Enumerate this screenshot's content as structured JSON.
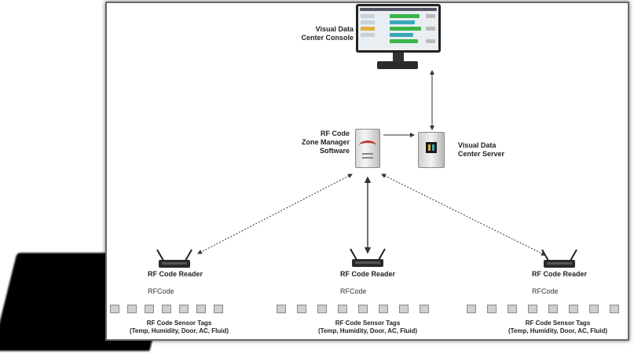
{
  "console": {
    "line1": "Visual Data",
    "line2": "Center Console"
  },
  "zone_manager": {
    "line1": "RF Code",
    "line2": "Zone Manager",
    "line3": "Software"
  },
  "vdc_server": {
    "line1": "Visual Data",
    "line2": "Center Server"
  },
  "readers": [
    {
      "label": "RF Code Reader",
      "logo": "RFCode",
      "tags_title": "RF Code Sensor Tags",
      "tags_sub": "(Temp, Humidity, Door, AC, Fluid)"
    },
    {
      "label": "RF Code Reader",
      "logo": "RFCode",
      "tags_title": "RF Code Sensor Tags",
      "tags_sub": "(Temp, Humidity, Door, AC, Fluid)"
    },
    {
      "label": "RF Code Reader",
      "logo": "RFCode",
      "tags_title": "RF Code Sensor Tags",
      "tags_sub": "(Temp, Humidity, Door, AC, Fluid)"
    }
  ],
  "colors": {
    "accent_red": "#c0392b",
    "screen_green": "#3bb54a",
    "screen_teal": "#3aa8b8"
  }
}
